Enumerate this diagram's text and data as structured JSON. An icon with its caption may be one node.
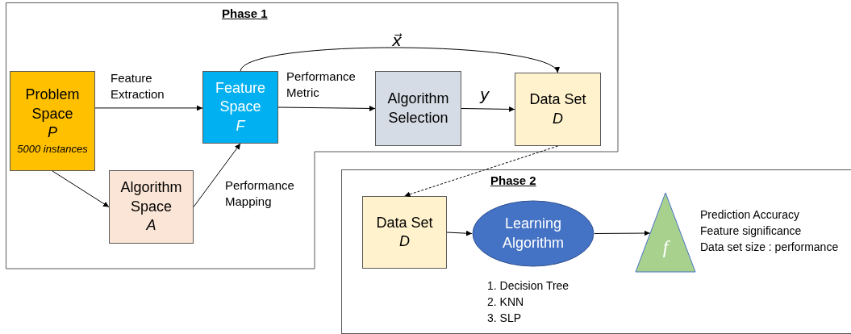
{
  "diagram": {
    "nodes": [
      {
        "text": [
          "Phase 1"
        ]
      },
      {
        "text": [
          "Problem Space",
          "P",
          "5000 instances"
        ],
        "in": 0
      },
      {
        "text": [
          "Feature Space",
          "F"
        ],
        "in": 0
      },
      {
        "text": [
          "Algorithm Selection"
        ],
        "in": 0
      },
      {
        "text": [
          "Data Set",
          "D"
        ],
        "in": 0
      },
      {
        "text": [
          "Algorithm Space",
          "A"
        ],
        "in": 0
      },
      {
        "text": [
          "Phase 2"
        ]
      },
      {
        "text": [
          "Data Set",
          "D"
        ],
        "in": 6
      },
      {
        "text": [
          "Learning Algorithm"
        ],
        "in": 6,
        "beside": [
          "1. Decision Tree",
          "2. KNN",
          "3. SLP"
        ]
      },
      {
        "text": [
          "f"
        ],
        "in": 6,
        "beside": [
          "Prediction Accuracy",
          "Feature significance",
          "Data set size : performance"
        ]
      }
    ],
    "edges": [
      {
        "from": 1,
        "to": 2,
        "arrow": "to",
        "label": "Feature Extraction"
      },
      {
        "from": 1,
        "to": 5,
        "arrow": "to"
      },
      {
        "from": 5,
        "to": 2,
        "arrow": "to",
        "label": "Performance Mapping"
      },
      {
        "from": 2,
        "to": 3,
        "arrow": "to",
        "label": "Performance Metric"
      },
      {
        "from": 3,
        "to": 4,
        "arrow": "to",
        "label": "y"
      },
      {
        "from": 2,
        "to": 4,
        "arrow": "to",
        "label": "x⃗"
      },
      {
        "from": 4,
        "to": 7,
        "arrow": "to",
        "style": "dashed"
      },
      {
        "from": 7,
        "to": 8,
        "arrow": "to"
      },
      {
        "from": 8,
        "to": 9,
        "arrow": "to"
      }
    ]
  }
}
